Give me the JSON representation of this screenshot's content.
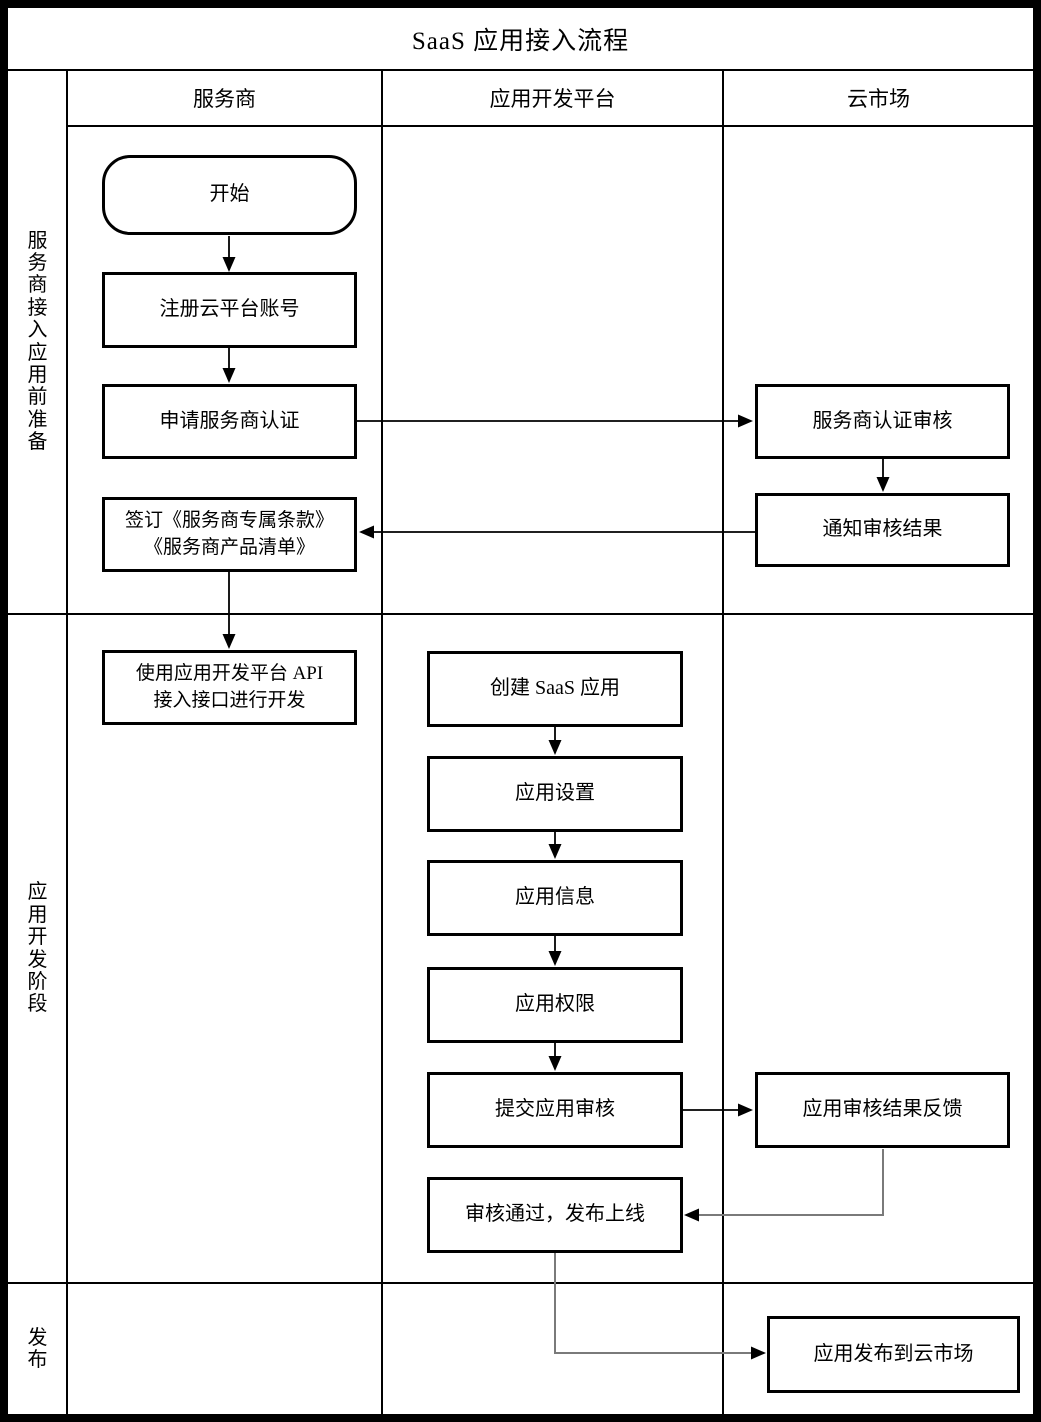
{
  "title": "SaaS 应用接入流程",
  "columns": {
    "provider": "服务商",
    "platform": "应用开发平台",
    "market": "云市场"
  },
  "rows": {
    "prepare": "服务商接入应用前准备",
    "develop": "应用开发阶段",
    "publish": "发布"
  },
  "nodes": {
    "start": "开始",
    "register_account": "注册云平台账号",
    "apply_certification": "申请服务商认证",
    "sign_terms": "签订《服务商专属条款》\n《服务商产品清单》",
    "develop_with_api": "使用应用开发平台 API\n接入接口进行开发",
    "create_saas_app": "创建 SaaS 应用",
    "app_settings": "应用设置",
    "app_info": "应用信息",
    "app_permissions": "应用权限",
    "submit_app_review": "提交应用审核",
    "review_passed_publish": "审核通过，发布上线",
    "certification_review": "服务商认证审核",
    "notify_review_result": "通知审核结果",
    "app_review_feedback": "应用审核结果反馈",
    "app_published_to_market": "应用发布到云市场"
  },
  "colors": {
    "line": "#000000",
    "connector_gray": "#7a7a7a",
    "background": "#ffffff",
    "text": "#000000"
  }
}
